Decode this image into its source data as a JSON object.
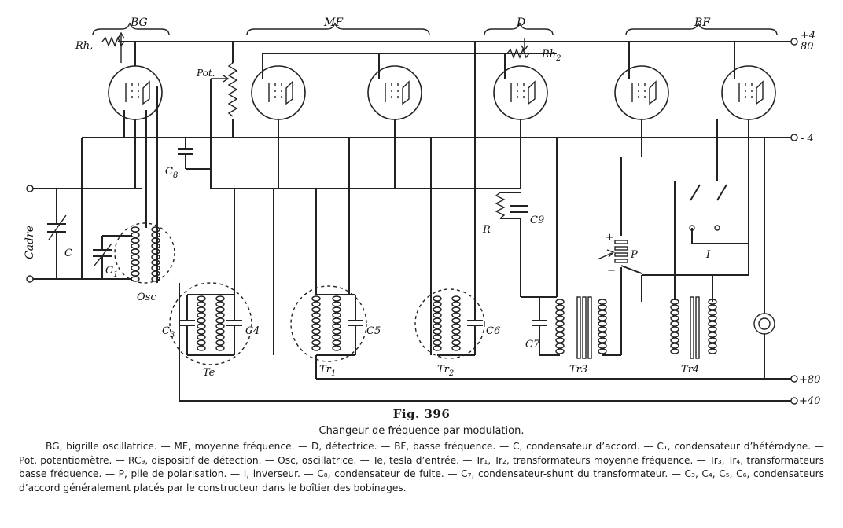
{
  "diagram": {
    "sections": {
      "bg": "BG",
      "mf": "MF",
      "d": "D",
      "bf": "BF"
    },
    "rails": {
      "plus4": "+4",
      "plus80_top": "80",
      "minus4": "- 4",
      "plus80": "+80",
      "plus40": "+40"
    },
    "components": {
      "rh1": "Rh,",
      "rh2": "Rh",
      "rh2_sub": "2",
      "pot": "Pot.",
      "c8": "C",
      "c8_sub": "8",
      "cadre": "Cadre",
      "c": "C",
      "c1": "C",
      "c1_sub": "1",
      "osc": "Osc",
      "c3": "C",
      "c3_sub": "3",
      "c4": "C4",
      "te": "Te",
      "c5": "C5",
      "tr1": "Tr",
      "tr1_sub": "1",
      "c6": "C6",
      "tr2": "Tr",
      "tr2_sub": "2",
      "r": "R",
      "c9": "C9",
      "c7": "C7",
      "tr3": "Tr3",
      "p": "P",
      "plus": "+",
      "minus": "−",
      "i": "I",
      "tr4": "Tr4"
    }
  },
  "caption": {
    "figure_number": "Fig. 396",
    "title": "Changeur de fréquence par modulation.",
    "legend": "BG, bigrille oscillatrice. — MF, moyenne fréquence. — D, détectrice. — BF, basse fréquence. — C, condensateur d’accord. — C₁, condensateur d’hétérodyne. — Pot, potentiomètre. — RC₉, dispositif de détection. — Osc, oscillatrice. — Te, tesla d’entrée. — Tr₁, Tr₂, transformateurs moyenne fréquence. — Tr₃, Tr₄, transformateurs basse fréquence. — P, pile de polarisation. — I, inverseur. — C₈, condensateur de fuite. — C₇, condensateur-shunt du transformateur. — C₃, C₄, C₅, C₆, condensateurs d’accord généralement placés par le constructeur dans le boîtier des bobinages."
  }
}
